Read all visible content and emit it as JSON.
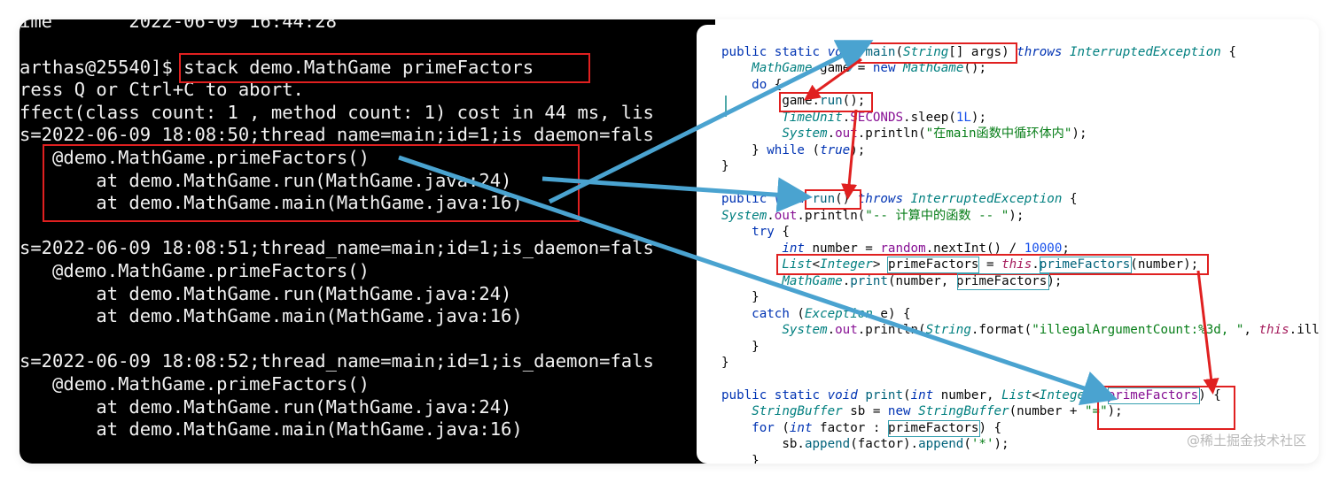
{
  "terminal": {
    "lines": [
      "ime       2022-06-09 16:44:28",
      "",
      "arthas@25540]$ stack demo.MathGame primeFactors",
      "ress Q or Ctrl+C to abort.",
      "ffect(class count: 1 , method count: 1) cost in 44 ms, lis",
      "s=2022-06-09 18:08:50;thread_name=main;id=1;is_daemon=fals",
      "   @demo.MathGame.primeFactors()",
      "       at demo.MathGame.run(MathGame.java:24)",
      "       at demo.MathGame.main(MathGame.java:16)",
      "",
      "s=2022-06-09 18:08:51;thread_name=main;id=1;is_daemon=fals",
      "   @demo.MathGame.primeFactors()",
      "       at demo.MathGame.run(MathGame.java:24)",
      "       at demo.MathGame.main(MathGame.java:16)",
      "",
      "s=2022-06-09 18:08:52;thread_name=main;id=1;is_daemon=fals",
      "   @demo.MathGame.primeFactors()",
      "       at demo.MathGame.run(MathGame.java:24)",
      "       at demo.MathGame.main(MathGame.java:16)"
    ]
  },
  "code": {
    "l1": {
      "a": "public static ",
      "b": "void ",
      "c": "main",
      "d": "(",
      "e": "String",
      "f": "[] args) ",
      "g": "throws ",
      "h": "InterruptedException",
      "i": " {"
    },
    "l2": {
      "a": "    ",
      "b": "MathGame",
      "c": " game = ",
      "d": "new ",
      "e": "MathGame",
      "f": "();"
    },
    "l3": {
      "a": "    ",
      "b": "do",
      "c": " {"
    },
    "l4": {
      "a": "        game.",
      "b": "run",
      "c": "();"
    },
    "l5": {
      "a": "        ",
      "b": "TimeUnit",
      "c": ".",
      "d": "SECONDS",
      "e": ".sleep(",
      "f": "1L",
      "g": ");"
    },
    "l6": {
      "a": "        ",
      "b": "System",
      "c": ".",
      "d": "out",
      "e": ".println(",
      "f": "\"在main函数中循环体内\"",
      "g": ");"
    },
    "l7": {
      "a": "    } ",
      "b": "while",
      "c": " (",
      "d": "true",
      "e": ");"
    },
    "l8": {
      "a": "}"
    },
    "l9": {
      "a": "public ",
      "b": "void ",
      "c": "run",
      "d": "() ",
      "e": "throws ",
      "f": "InterruptedException",
      "g": " {"
    },
    "l10": {
      "a": "System",
      "b": ".",
      "c": "out",
      "d": ".println(",
      "e": "\"-- 计算中的函数 -- \"",
      "f": ");"
    },
    "l11": {
      "a": "    ",
      "b": "try",
      "c": " {"
    },
    "l12": {
      "a": "        ",
      "b": "int",
      "c": " number = ",
      "d": "random",
      "e": ".nextInt() / ",
      "f": "10000",
      "g": ";"
    },
    "l13": {
      "a": "        ",
      "b": "List",
      "c": "<",
      "d": "Integer",
      "e": "> ",
      "f": "primeFactors",
      "g": " = ",
      "h": "this",
      "i": ".",
      "j": "primeFactors",
      "k": "(number);"
    },
    "l14": {
      "a": "        ",
      "b": "MathGame",
      "c": ".",
      "d": "print",
      "e": "(number, ",
      "f": "primeFactors",
      "g": ");"
    },
    "l15": {
      "a": "    }"
    },
    "l16": {
      "a": "    ",
      "b": "catch",
      "c": " (",
      "d": "Exception",
      "e": " e) {"
    },
    "l17": {
      "a": "        ",
      "b": "System",
      "c": ".",
      "d": "out",
      "e": ".println(",
      "f": "String",
      "g": ".format(",
      "h": "\"illegalArgumentCount:%3d, \"",
      "i": ", ",
      "j": "this",
      "k": ".ill"
    },
    "l18": {
      "a": "    }"
    },
    "l19": {
      "a": "}"
    },
    "l20": {
      "a": "public static ",
      "b": "void ",
      "c": "print",
      "d": "(",
      "e": "int",
      "f": " number, ",
      "g": "List",
      "h": "<",
      "i": "Integer",
      "j": "> ",
      "k": "primeFactors",
      "l": ") {"
    },
    "l21": {
      "a": "    ",
      "b": "StringBuffer",
      "c": " sb = ",
      "d": "new ",
      "e": "StringBuffer",
      "f": "(number + ",
      "g": "\"=\"",
      "h": ");"
    },
    "l22": {
      "a": "    ",
      "b": "for",
      "c": " (",
      "d": "int",
      "e": " factor : ",
      "f": "primeFactors",
      "g": ") {"
    },
    "l23": {
      "a": "        sb.",
      "b": "append",
      "c": "(factor).",
      "d": "append",
      "e": "(",
      "f": "'*'",
      "g": ");"
    },
    "l24": {
      "a": "    }"
    }
  },
  "watermark": "@稀土掘金技术社区",
  "colors": {
    "terminal_bg": "#000000",
    "editor_bg": "#ffffff",
    "highlight_red": "#e02020",
    "arrow_blue": "#4aa3d0"
  }
}
